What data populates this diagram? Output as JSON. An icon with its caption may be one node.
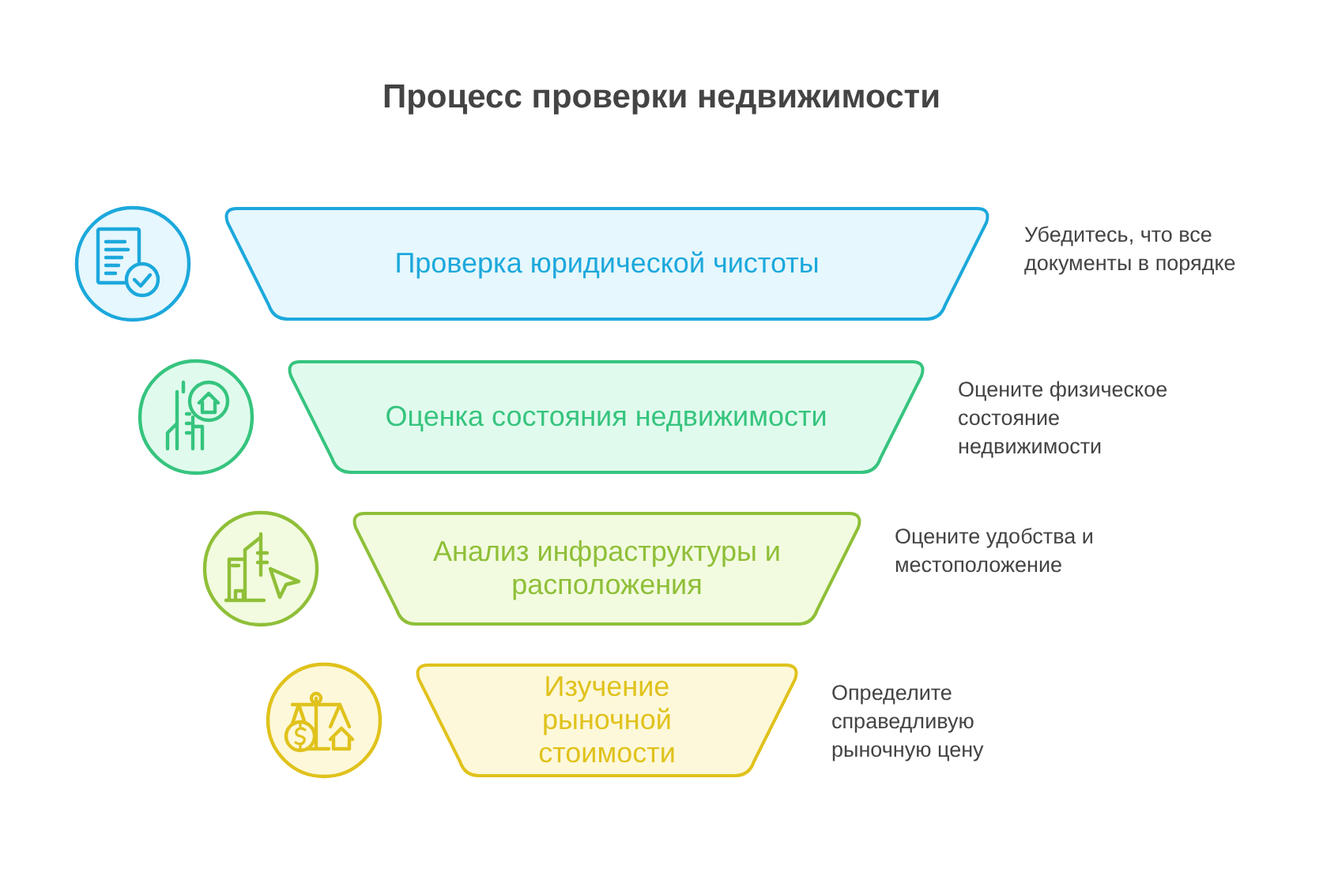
{
  "diagram": {
    "title": "Процесс проверки недвижимости",
    "nodes": [
      {
        "text": [
          "Проверка юридической чистоты"
        ],
        "beside": [
          "Убедитесь, что все документы в порядке"
        ]
      },
      {
        "text": [
          "Оценка состояния недвижимости"
        ],
        "beside": [
          "Оцените физическое состояние недвижимости"
        ]
      },
      {
        "text": [
          "Анализ инфраструктуры и расположения"
        ],
        "beside": [
          "Оцените удобства и местоположение"
        ]
      },
      {
        "text": [
          "Изучение рыночной стоимости"
        ],
        "beside": [
          "Определите справедливую рыночную цену"
        ]
      }
    ],
    "edges": []
  }
}
